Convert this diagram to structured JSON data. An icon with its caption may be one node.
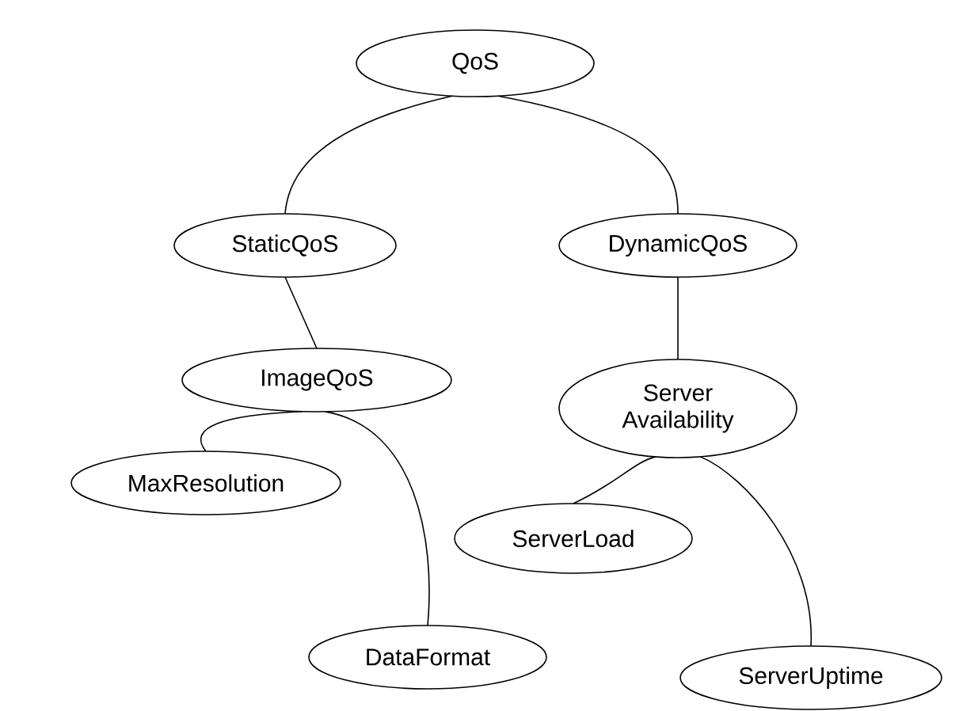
{
  "diagram": {
    "nodes": [
      {
        "text": [
          "QoS"
        ]
      },
      {
        "text": [
          "StaticQoS"
        ]
      },
      {
        "text": [
          "DynamicQoS"
        ]
      },
      {
        "text": [
          "ImageQoS"
        ]
      },
      {
        "text": [
          "Server Availability"
        ]
      },
      {
        "text": [
          "MaxResolution"
        ]
      },
      {
        "text": [
          "ServerLoad"
        ]
      },
      {
        "text": [
          "DataFormat"
        ]
      },
      {
        "text": [
          "ServerUptime"
        ]
      }
    ],
    "edges": [
      {
        "from": 0,
        "to": 1,
        "arrow": "none"
      },
      {
        "from": 0,
        "to": 2,
        "arrow": "none"
      },
      {
        "from": 1,
        "to": 3,
        "arrow": "none"
      },
      {
        "from": 2,
        "to": 4,
        "arrow": "none"
      },
      {
        "from": 3,
        "to": 5,
        "arrow": "none"
      },
      {
        "from": 3,
        "to": 7,
        "arrow": "none"
      },
      {
        "from": 4,
        "to": 6,
        "arrow": "none"
      },
      {
        "from": 4,
        "to": 8,
        "arrow": "none"
      }
    ]
  }
}
